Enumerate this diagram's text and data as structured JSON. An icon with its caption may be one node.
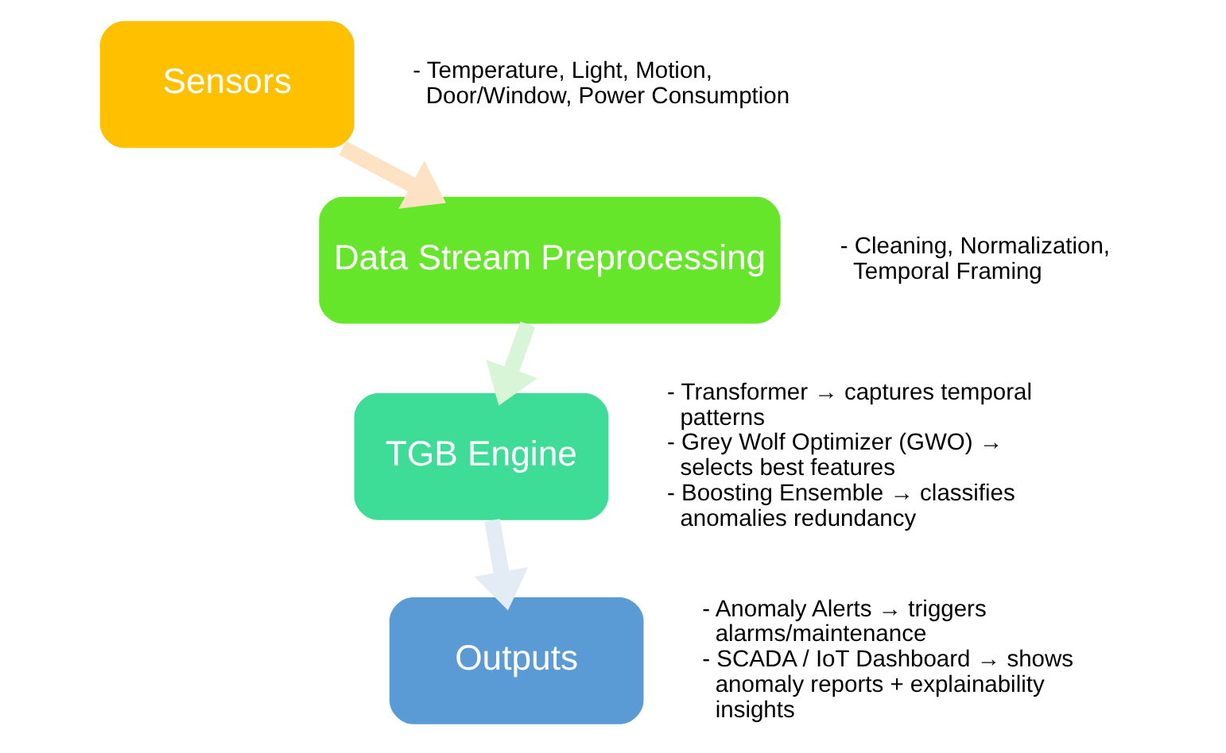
{
  "diagram": {
    "nodes": [
      {
        "text": [
          "Sensors"
        ],
        "beside": [
          "- Temperature, Light, Motion, Door/Window, Power Consumption"
        ]
      },
      {
        "text": [
          "Data Stream Preprocessing"
        ],
        "beside": [
          "- Cleaning, Normalization, Temporal Framing"
        ]
      },
      {
        "text": [
          "TGB Engine"
        ],
        "beside": [
          "- Transformer → captures temporal patterns",
          "- Grey Wolf Optimizer (GWO) → selects best features",
          "- Boosting Ensemble → classifies anomalies redundancy"
        ]
      },
      {
        "text": [
          "Outputs"
        ],
        "beside": [
          "- Anomaly Alerts → triggers alarms/maintenance",
          "- SCADA / IoT Dashboard → shows anomaly reports + explainability insights"
        ]
      }
    ],
    "edges": [
      {
        "from": 0,
        "to": 1,
        "arrow": "to",
        "color": "#fde3c4"
      },
      {
        "from": 1,
        "to": 2,
        "arrow": "to",
        "color": "#d8f5d8"
      },
      {
        "from": 2,
        "to": 3,
        "arrow": "to",
        "color": "#e3ecf5"
      }
    ]
  }
}
